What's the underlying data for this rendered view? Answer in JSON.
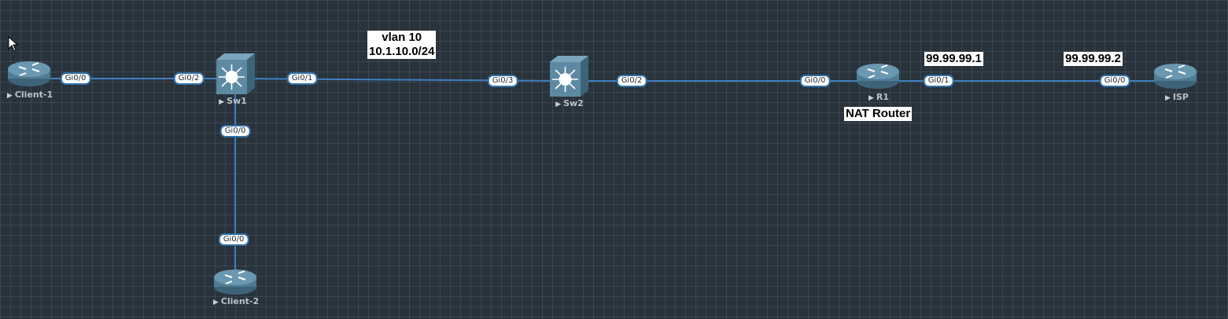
{
  "theme": {
    "background": "#29333c",
    "link_color": "#3f7fc0",
    "router_color": "#4e7c94",
    "switch_color": "#5d8aa2",
    "port_border": "#2f6fa6"
  },
  "nodes": {
    "client1": {
      "name": "Client-1",
      "type": "router-icon"
    },
    "sw1": {
      "name": "Sw1",
      "type": "switch-icon"
    },
    "sw2": {
      "name": "Sw2",
      "type": "switch-icon"
    },
    "r1": {
      "name": "R1",
      "type": "router-icon"
    },
    "isp": {
      "name": "ISP",
      "type": "router-icon"
    },
    "client2": {
      "name": "Client-2",
      "type": "router-icon"
    }
  },
  "links": [
    {
      "id": "client1-sw1",
      "ports": [
        "Gi0/0",
        "Gi0/2"
      ]
    },
    {
      "id": "sw1-sw2",
      "ports": [
        "Gi0/1",
        "Gi0/3"
      ]
    },
    {
      "id": "sw2-r1",
      "ports": [
        "Gi0/2",
        "Gi0/0"
      ]
    },
    {
      "id": "r1-isp",
      "ports": [
        "Gi0/1",
        "Gi0/0"
      ]
    },
    {
      "id": "sw1-client2",
      "ports": [
        "Gi0/0",
        "Gi0/0"
      ]
    }
  ],
  "annotations": {
    "vlan_line1": "vlan 10",
    "vlan_line2": "10.1.10.0/24",
    "r1_ip": "99.99.99.1",
    "isp_ip": "99.99.99.2",
    "r1_role": "NAT Router"
  }
}
